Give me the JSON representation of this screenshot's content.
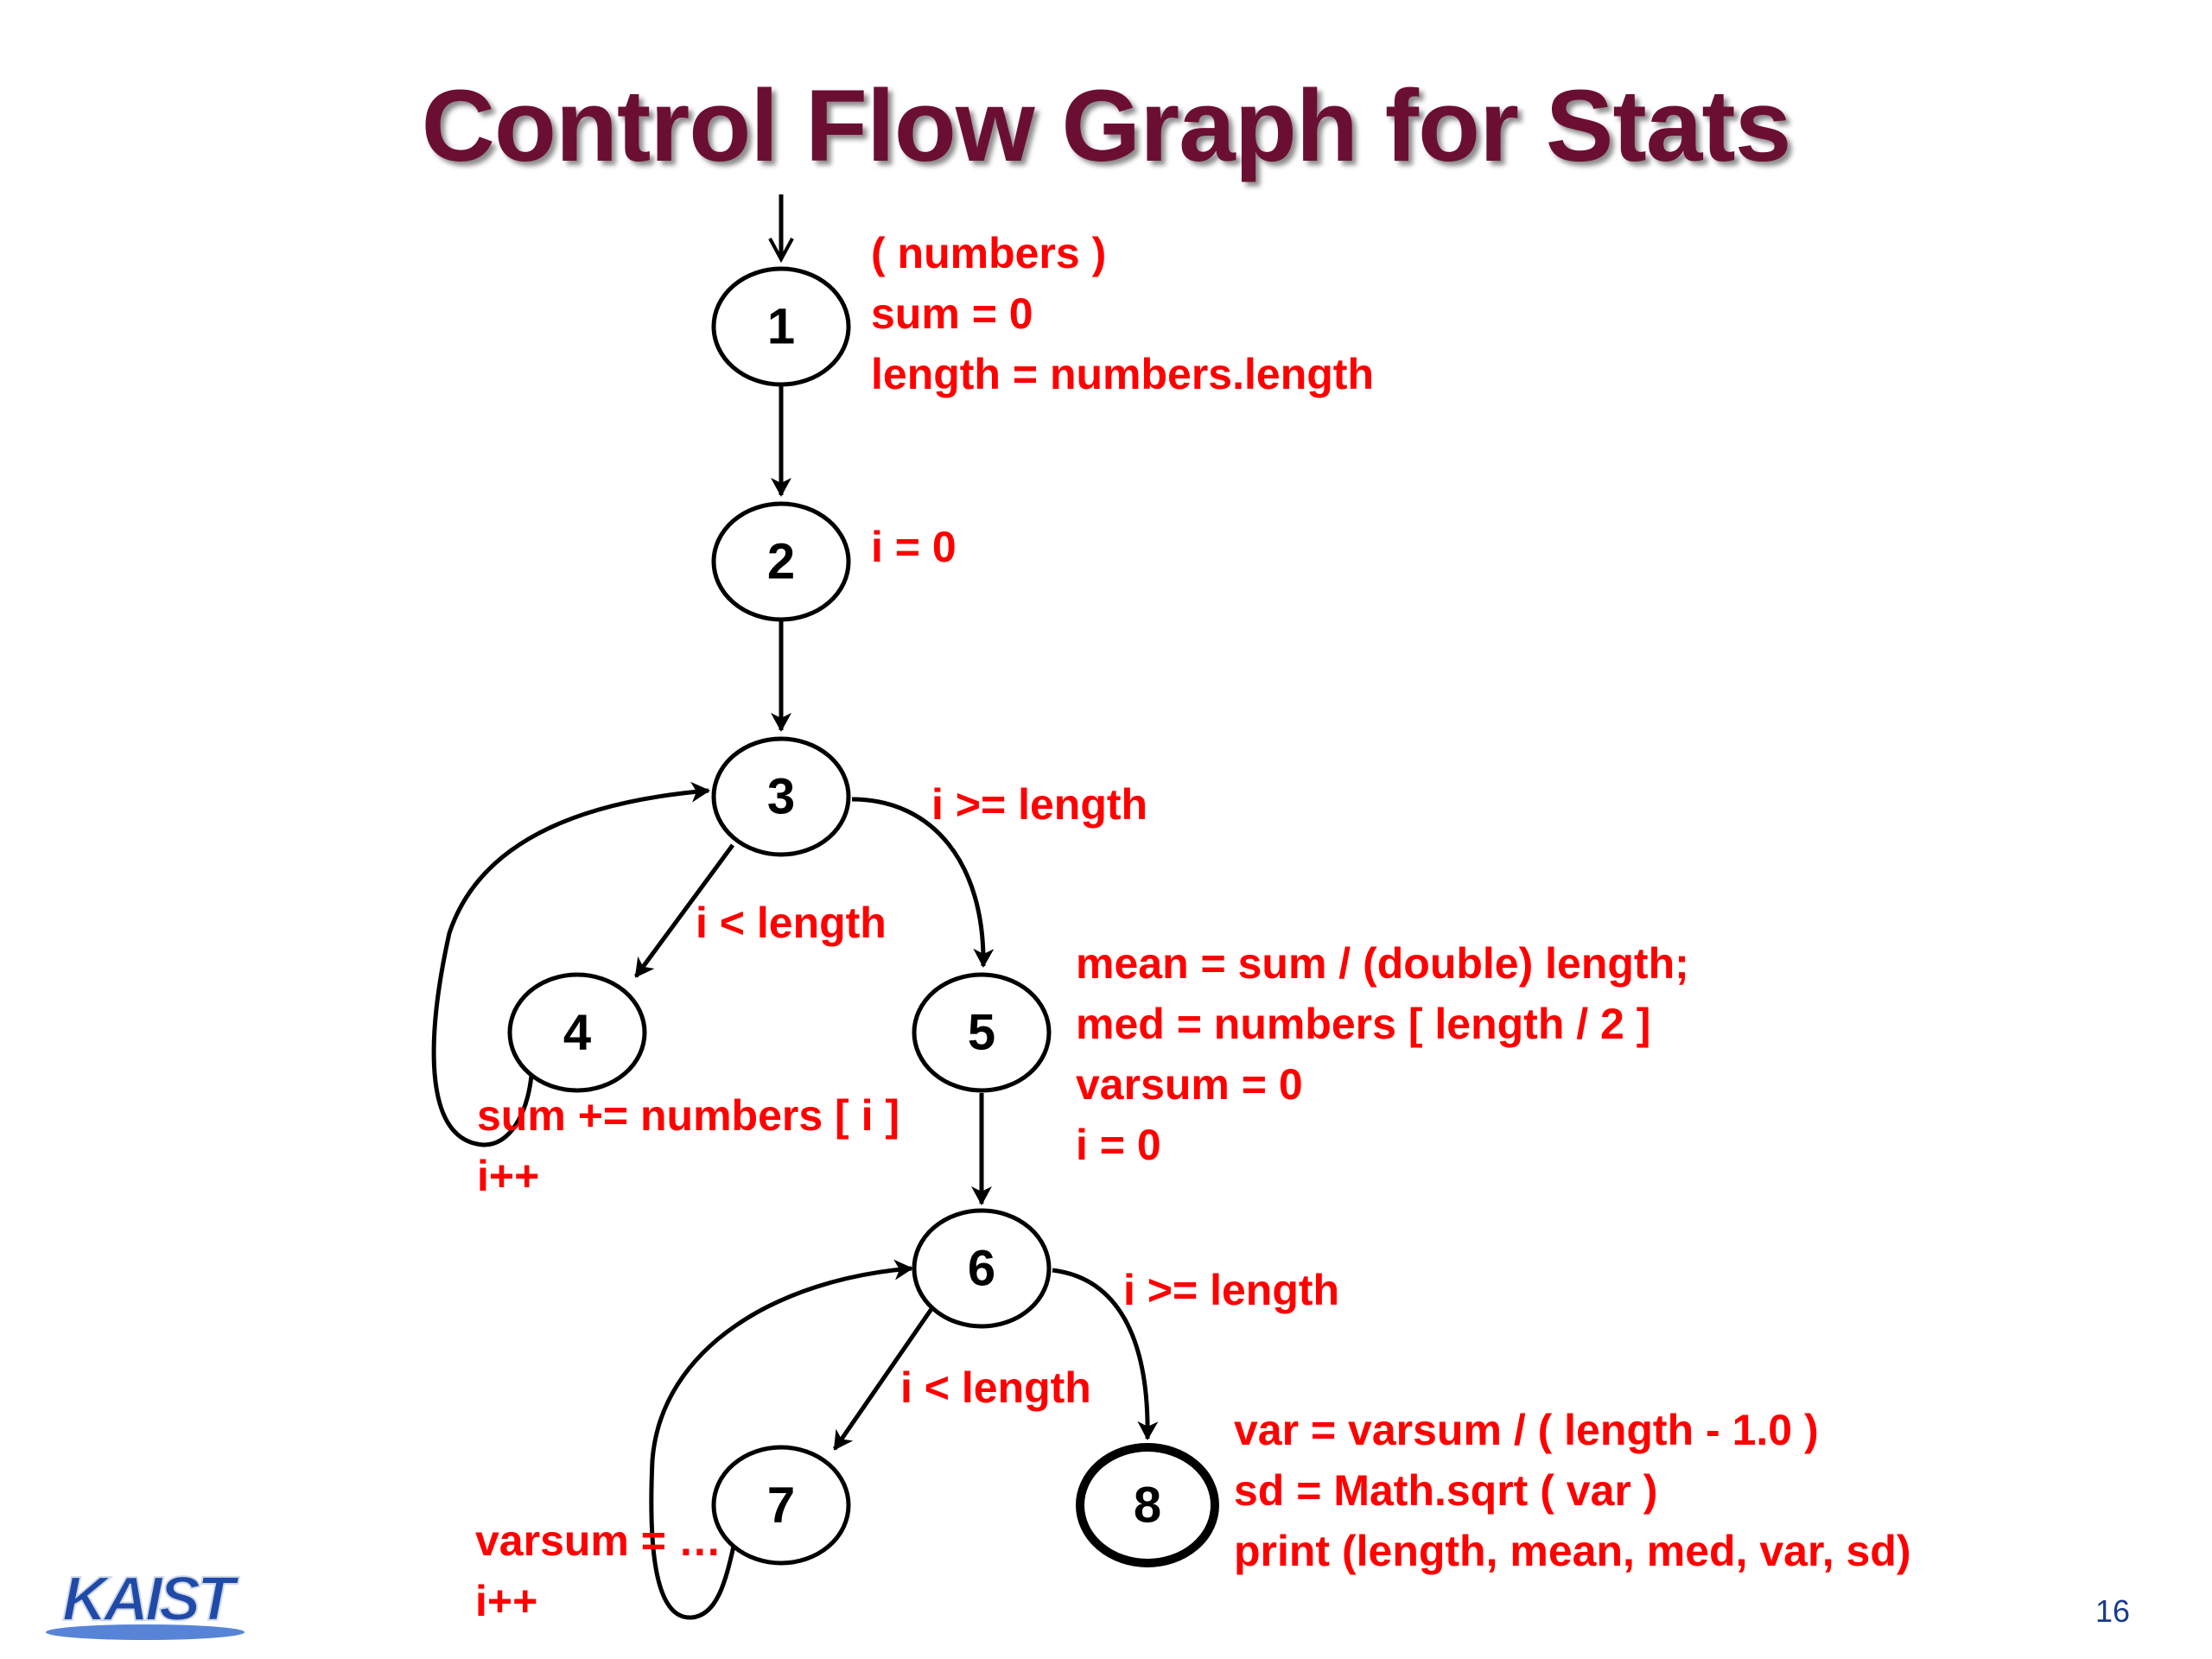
{
  "title": "Control Flow Graph for Stats",
  "nodes": [
    {
      "id": "1",
      "label": "1",
      "exit": false
    },
    {
      "id": "2",
      "label": "2",
      "exit": false
    },
    {
      "id": "3",
      "label": "3",
      "exit": false
    },
    {
      "id": "4",
      "label": "4",
      "exit": false
    },
    {
      "id": "5",
      "label": "5",
      "exit": false
    },
    {
      "id": "6",
      "label": "6",
      "exit": false
    },
    {
      "id": "7",
      "label": "7",
      "exit": false
    },
    {
      "id": "8",
      "label": "8",
      "exit": true
    }
  ],
  "edges": [
    {
      "from": "entry",
      "to": "1",
      "label": ""
    },
    {
      "from": "1",
      "to": "2",
      "label": ""
    },
    {
      "from": "2",
      "to": "3",
      "label": ""
    },
    {
      "from": "3",
      "to": "4",
      "label": "i < length"
    },
    {
      "from": "3",
      "to": "5",
      "label": "i >= length"
    },
    {
      "from": "4",
      "to": "3",
      "label": ""
    },
    {
      "from": "5",
      "to": "6",
      "label": ""
    },
    {
      "from": "6",
      "to": "7",
      "label": "i < length"
    },
    {
      "from": "6",
      "to": "8",
      "label": "i >= length"
    },
    {
      "from": "7",
      "to": "6",
      "label": ""
    }
  ],
  "annotations": {
    "node1": [
      "( numbers )",
      "sum = 0",
      "length = numbers.length"
    ],
    "node2": [
      "i = 0"
    ],
    "node4": [
      "sum += numbers [ i ]",
      "i++"
    ],
    "node5": [
      "mean = sum / (double) length;",
      "med = numbers [ length / 2 ]",
      "varsum = 0",
      "i = 0"
    ],
    "node7": [
      "varsum = …",
      "i++"
    ],
    "node8": [
      "var = varsum / ( length - 1.0 )",
      "sd  = Math.sqrt ( var )",
      "print (length, mean, med, var, sd)"
    ]
  },
  "logo_text": "KAIST",
  "page_number": "16",
  "colors": {
    "title": "#6b0f32",
    "annotation": "#ff0000",
    "logo": "#1f4aa8",
    "page_number": "#1a3a8c"
  }
}
